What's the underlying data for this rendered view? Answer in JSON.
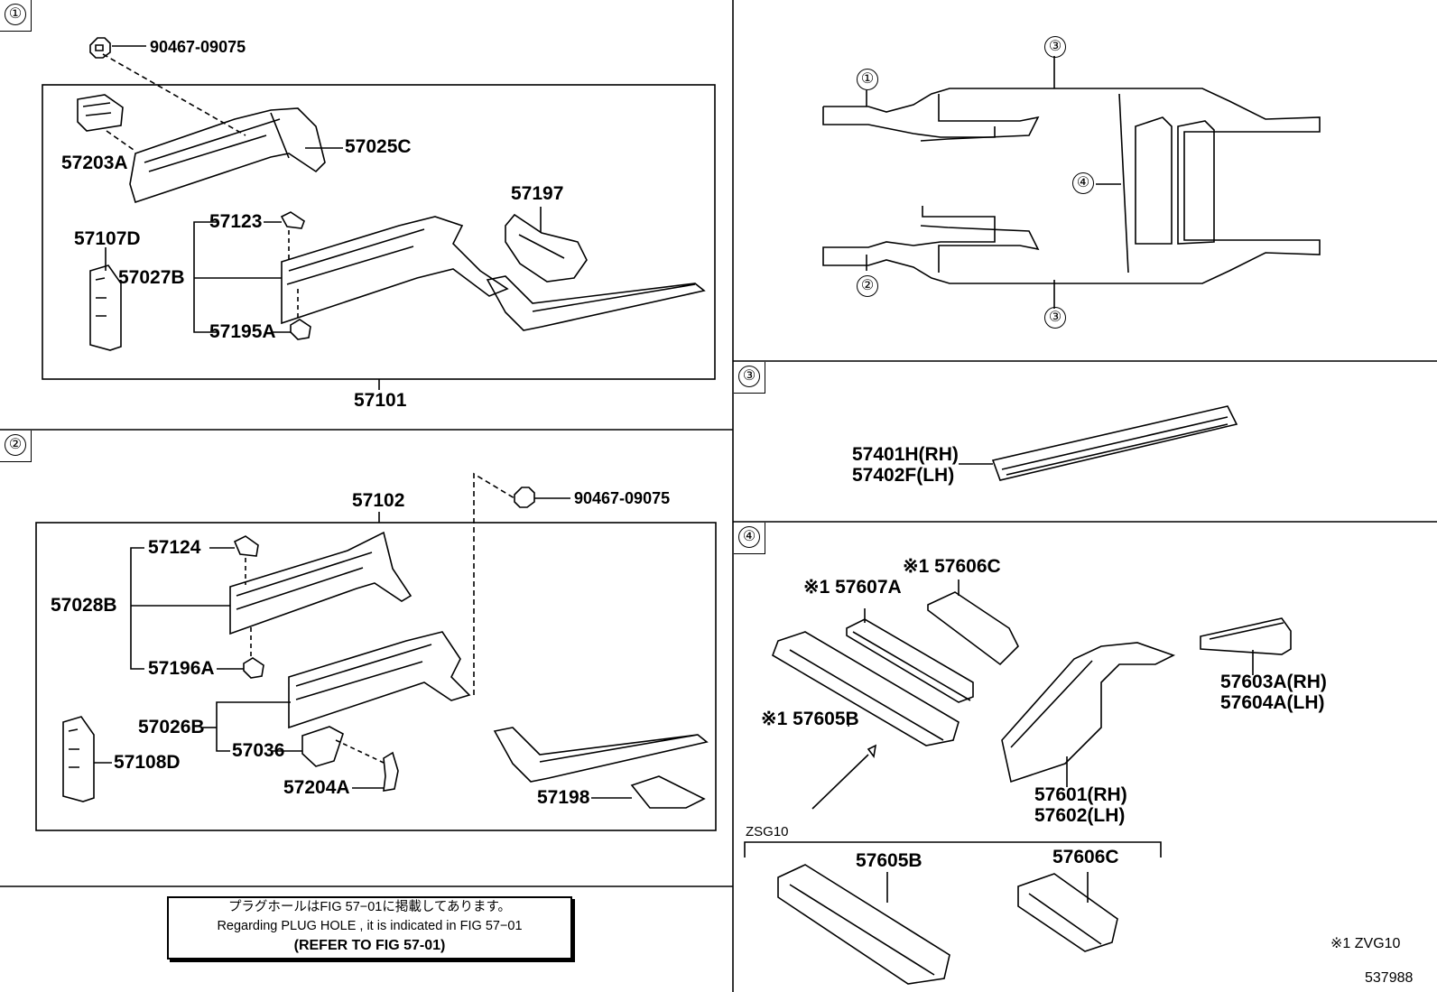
{
  "sections": {
    "s1": {
      "tag": "①"
    },
    "s2": {
      "tag": "②"
    },
    "s3": {
      "tag": "③"
    },
    "s4": {
      "tag": "④"
    }
  },
  "overview": {
    "c1": "①",
    "c2": "②",
    "c3a": "③",
    "c3b": "③",
    "c4": "④"
  },
  "labels": {
    "p90467_1": "90467-09075",
    "p57203A": "57203A",
    "p57025C": "57025C",
    "p57197": "57197",
    "p57123": "57123",
    "p57107D": "57107D",
    "p57027B": "57027B",
    "p57195A": "57195A",
    "p57101": "57101",
    "p57102": "57102",
    "p90467_2": "90467-09075",
    "p57124": "57124",
    "p57028B": "57028B",
    "p57196A": "57196A",
    "p57026B": "57026B",
    "p57036": "57036",
    "p57108D": "57108D",
    "p57204A": "57204A",
    "p57198": "57198",
    "p57401H": "57401H(RH)",
    "p57402F": "57402F(LH)",
    "p57607A": "※1 57607A",
    "p57606C_1": "※1 57606C",
    "p57605B_1": "※1 57605B",
    "p57603A": "57603A(RH)",
    "p57604A": "57604A(LH)",
    "p57601": "57601(RH)",
    "p57602": "57602(LH)",
    "zsg10": "ZSG10",
    "p57605B_2": "57605B",
    "p57606C_2": "57606C",
    "zvg10": "※1 ZVG10",
    "fig_no": "537988"
  },
  "note": {
    "line1": "プラグホールはFIG 57−01に掲載してあります。",
    "line2": "Regarding  PLUG  HOLE , it is indicated in  FIG  57−01",
    "line3": "(REFER TO FIG 57-01)"
  }
}
